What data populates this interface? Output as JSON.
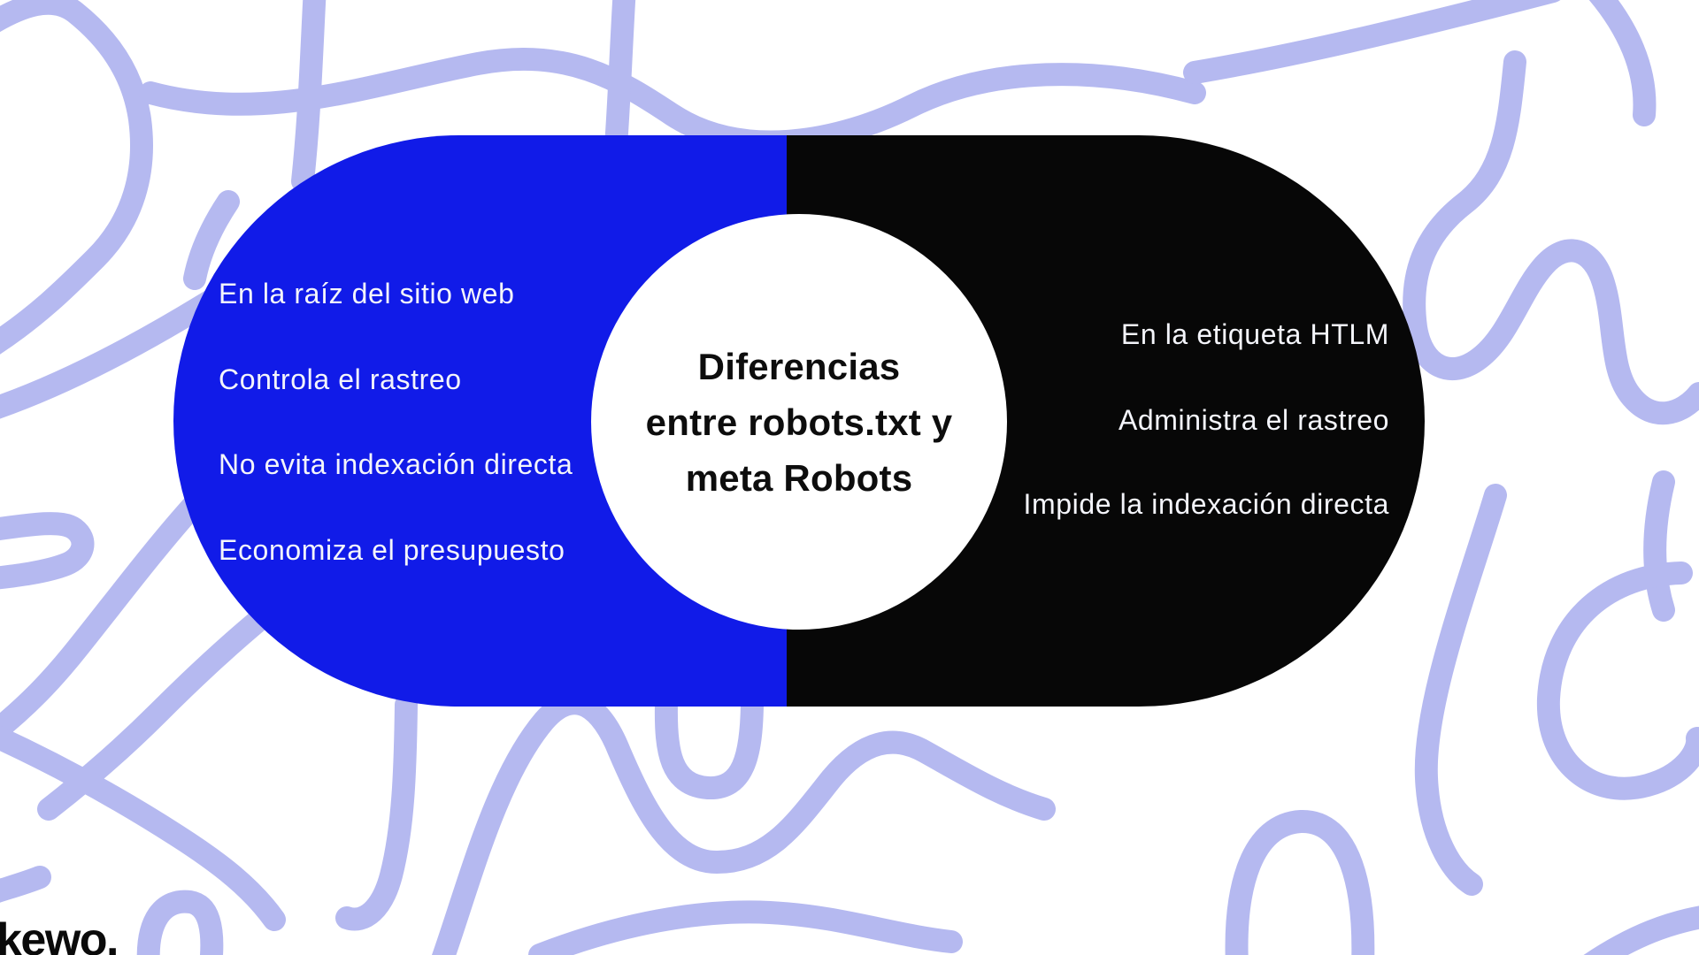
{
  "diagram": {
    "kind": "comparison-capsule",
    "title_lines": [
      "Diferencias",
      "entre robots.txt y",
      "meta Robots"
    ],
    "title_full": "Diferencias entre robots.txt y meta Robots",
    "left_panel": {
      "subject": "robots.txt",
      "items": [
        "En la raíz del sitio web",
        "Controla el rastreo",
        "No evita indexación directa",
        "Economiza el presupuesto"
      ]
    },
    "right_panel": {
      "subject": "meta Robots",
      "items": [
        "En la etiqueta HTLM",
        "Administra el rastreo",
        "Impide la indexación directa"
      ]
    }
  },
  "logo": {
    "text": "kewo."
  },
  "colors": {
    "left_panel_blue": "#111be8",
    "right_panel_black": "#070707",
    "circle_white": "#ffffff",
    "background_white": "#ffffff",
    "squiggle_lavender": "#b5b9f0",
    "title_text": "#0d0d0d",
    "panel_text": "#f4f5fb"
  }
}
